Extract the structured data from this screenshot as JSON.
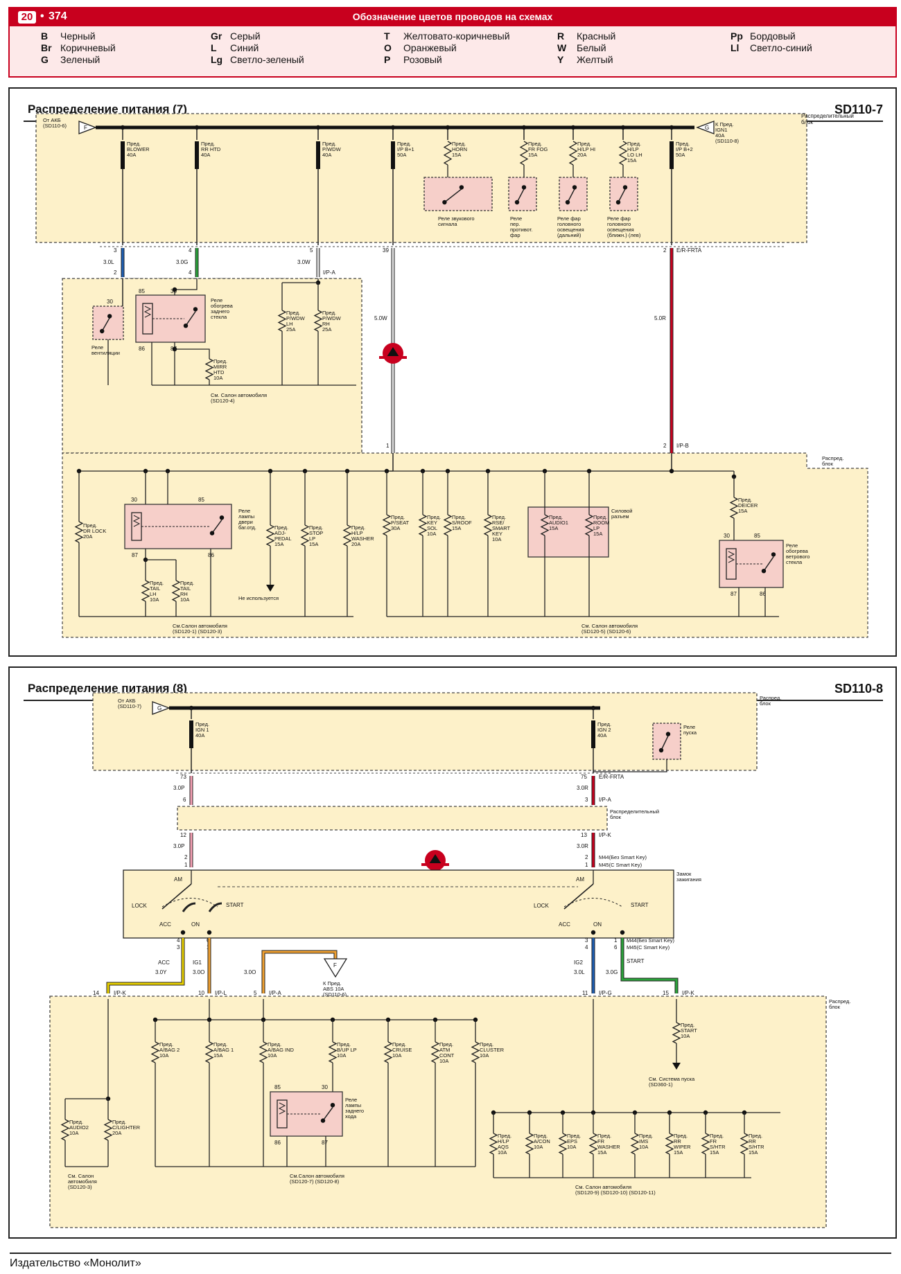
{
  "header": {
    "chapter": "20",
    "dot": "•",
    "page": "374",
    "title": "Обозначение цветов проводов на схемах",
    "legend": [
      [
        {
          "code": "B",
          "name": "Черный"
        },
        {
          "code": "Br",
          "name": "Коричневый"
        },
        {
          "code": "G",
          "name": "Зеленый"
        }
      ],
      [
        {
          "code": "Gr",
          "name": "Серый"
        },
        {
          "code": "L",
          "name": "Синий"
        },
        {
          "code": "Lg",
          "name": "Светло-зеленый"
        }
      ],
      [
        {
          "code": "T",
          "name": "Желтовато-коричневый"
        },
        {
          "code": "O",
          "name": "Оранжевый"
        },
        {
          "code": "P",
          "name": "Розовый"
        }
      ],
      [
        {
          "code": "R",
          "name": "Красный"
        },
        {
          "code": "W",
          "name": "Белый"
        },
        {
          "code": "Y",
          "name": "Желтый"
        }
      ],
      [
        {
          "code": "Pp",
          "name": "Бордовый"
        },
        {
          "code": "Ll",
          "name": "Светло-синий"
        }
      ]
    ]
  },
  "panel1": {
    "title": "Распределение питания (7)",
    "code": "SD110-7",
    "labels": {
      "from_akb": "От АКБ",
      "from_akb_ref": "(SD110-6)",
      "conn_f": "F",
      "to_ign1": "К Пред.",
      "to_ign1_b": "IGN1",
      "to_ign1_c": "40A",
      "to_ign1_ref": "(SD110-8)",
      "conn_g": "G",
      "block1": "Распределительный",
      "block1b": "блок",
      "f_blower": [
        "Пред.",
        "BLOWER",
        "40A"
      ],
      "f_rrhtd": [
        "Пред.",
        "RR HTD",
        "40A"
      ],
      "f_pwdw": [
        "Пред.",
        "P/WDW",
        "40A"
      ],
      "f_ipb1": [
        "Пред.",
        "I/P B+1",
        "50A"
      ],
      "f_horn": [
        "Пред.",
        "HORN",
        "15A"
      ],
      "f_frfog": [
        "Пред.",
        "FR FOG",
        "15A"
      ],
      "f_hlphi": [
        "Пред.",
        "H/LP HI",
        "20A"
      ],
      "f_hlplo": [
        "Пред.",
        "H/LP",
        "LO LH",
        "15A"
      ],
      "f_ipb2": [
        "Пред.",
        "I/P B+2",
        "50A"
      ],
      "r_horn": [
        "Реле звукового",
        "сигнала"
      ],
      "r_fog": [
        "Реле",
        "пер.",
        "противот.",
        "фар"
      ],
      "r_hi": [
        "Реле фар",
        "головного",
        "освещения",
        "(дальний)"
      ],
      "r_lo": [
        "Реле фар",
        "головного",
        "освещения",
        "(ближн.) (лев)"
      ],
      "w1_pin": "3",
      "w1_col": "3.0L",
      "w1_pin2": "2",
      "w2_pin": "4",
      "w2_col": "3.0G",
      "w2_pin2": "4",
      "w3_pin": "5",
      "w3_col": "3.0W",
      "w3_pin2": "I/P-A",
      "w4_pin": "39",
      "w4_col": "5.0W",
      "w4_pin2": "1",
      "w5_pin": "2",
      "w5_tag": "E/R-FRTA",
      "w5_col": "5.0R",
      "w5_pin2": "2",
      "w5_tag2": "I/P-B",
      "r_vent": [
        "Реле",
        "вентиляции"
      ],
      "r_rrhtd": [
        "Реле",
        "обогрева",
        "заднего",
        "стекла"
      ],
      "n85": "85",
      "n30": "30",
      "n86": "86",
      "n87": "87",
      "f_pwdwlh": [
        "Пред.",
        "P/WDW",
        "LH",
        "25A"
      ],
      "f_pwdwrh": [
        "Пред.",
        "P/WDW",
        "RH",
        "25A"
      ],
      "f_mirr": [
        "Пред.",
        "MIRR",
        "HTD",
        "10A"
      ],
      "see_salon1": [
        "См. Салон автомобиля",
        "(SD120-4)"
      ],
      "block2": [
        "Распред.",
        "блок"
      ],
      "f_drlock": [
        "Пред.",
        "DR LOCK",
        "20A"
      ],
      "r_trunk": [
        "Реле",
        "лампы",
        "двери",
        "баг.отд."
      ],
      "f_adj": [
        "Пред.",
        "ADJ-",
        "PEDAL",
        "15A"
      ],
      "f_stop": [
        "Пред.",
        "STOP",
        "LP",
        "15A"
      ],
      "f_washer": [
        "Пред.",
        "H/LP",
        "WASHER",
        "20A"
      ],
      "f_taillh": [
        "Пред.",
        "TAIL",
        "LH",
        "10A"
      ],
      "f_tailrh": [
        "Пред.",
        "TAIL",
        "RH",
        "10A"
      ],
      "not_used": "Не используется",
      "see_salon2": [
        "См.Салон автомобиля",
        "(SD120-1)  (SD120-3)"
      ],
      "f_pseat": [
        "Пред.",
        "P/SEAT",
        "30A"
      ],
      "f_keysol": [
        "Пред.",
        "KEY",
        "SOL",
        "10A"
      ],
      "f_sroof": [
        "Пред.",
        "S/ROOF",
        "15A"
      ],
      "f_rse": [
        "Пред.",
        "RSE/",
        "SMART",
        "KEY",
        "10A"
      ],
      "f_audio1": [
        "Пред.",
        "AUDIO1",
        "15A"
      ],
      "f_room": [
        "Пред.",
        "ROOM",
        "LP",
        "15A"
      ],
      "power_conn": [
        "Силовой",
        "разъем"
      ],
      "f_deicer": [
        "Пред.",
        "DEICER",
        "15A"
      ],
      "r_deicer": [
        "Реле",
        "обогрева",
        "ветрового",
        "стекла"
      ],
      "see_salon3": [
        "См. Салон автомобиля",
        "(SD120-5)  (SD120-6)"
      ]
    }
  },
  "panel2": {
    "title": "Распределение питания (8)",
    "code": "SD110-8",
    "labels": {
      "from_akb": "От АКБ",
      "from_akb_ref": "(SD110-7)",
      "conn_g": "G",
      "block1": [
        "Распред.",
        "блок"
      ],
      "f_ign1": [
        "Пред.",
        "IGN 1",
        "40A"
      ],
      "f_ign2": [
        "Пред.",
        "IGN 2",
        "40A"
      ],
      "r_start": [
        "Реле",
        "пуска"
      ],
      "p73": "73",
      "c_30p": "3.0P",
      "p6": "6",
      "p75": "75",
      "t_erfrta": "E/R-FRTA",
      "c_30r": "3.0R",
      "p3": "3",
      "t_ipa": "I/P-A",
      "mid_block": [
        "Распределительный",
        "блок"
      ],
      "p12": "12",
      "c_30p2": "3.0P",
      "p2": "2",
      "p1": "1",
      "p13": "13",
      "t_ipk": "I/P-K",
      "c_30r2": "3.0R",
      "p2b": "2",
      "p1b": "1",
      "t_m44": "M44(Без Smart Key)",
      "t_m45": "M45(С Smart Key)",
      "ign_lock": [
        "Замок",
        "зажигания"
      ],
      "am": "AM",
      "lock": "LOCK",
      "acc": "ACC",
      "on": "ON",
      "start": "START",
      "w_acc": [
        "4",
        "3",
        "ACC",
        "3.0Y"
      ],
      "w_ig1": [
        "6",
        "1",
        "IG1",
        "3.0O"
      ],
      "w_30o": "3.0O",
      "to_abs": [
        "К Пред.",
        "ABS 10A",
        "(SD110-6)"
      ],
      "conn_f": "F",
      "w_ig2": [
        "3",
        "4",
        "IG2",
        "3.0L"
      ],
      "w_start": [
        "1",
        "6",
        "START",
        "3.0G"
      ],
      "t_m44b": "M44(Без Smart Key)",
      "t_m45b": "M45(С Smart Key)",
      "pin14": "14",
      "t_ipk2": "I/P-K",
      "pin10": "10",
      "t_ipl": "I/P-L",
      "pin5": "5",
      "t_ipa2": "I/P-A",
      "pin11": "11",
      "t_ipg": "I/P-G",
      "pin15": "15",
      "t_ipk3": "I/P-K",
      "block2": [
        "Распред.",
        "блок"
      ],
      "f_start": [
        "Пред.",
        "START",
        "10A"
      ],
      "see_start": [
        "См. Система пуска",
        "(SD360-1)"
      ],
      "f_abag2": [
        "Пред.",
        "A/BAG 2",
        "10A"
      ],
      "f_abag1": [
        "Пред.",
        "A/BAG 1",
        "15A"
      ],
      "f_abagind": [
        "Пред.",
        "A/BAG IND",
        "10A"
      ],
      "f_buplp": [
        "Пред.",
        "B/UP LP",
        "10A"
      ],
      "f_cruise": [
        "Пред.",
        "CRUISE",
        "10A"
      ],
      "f_atm": [
        "Пред.",
        "ATM",
        "CONT",
        "10A"
      ],
      "f_cluster": [
        "Пред.",
        "CLUSTER",
        "10A"
      ],
      "r_reverse": [
        "Реле",
        "лампы",
        "заднего",
        "хода"
      ],
      "f_audio2": [
        "Пред.",
        "AUDIO2",
        "10A"
      ],
      "f_clighter": [
        "Пред.",
        "C/LIGHTER",
        "20A"
      ],
      "see_salon_a": [
        "См. Салон",
        "автомобиля",
        "(SD120-3)"
      ],
      "see_salon_b": [
        "См.Салон автомобиля",
        "(SD120-7)  (SD120-8)"
      ],
      "f_hlpaqs": [
        "Пред.",
        "H/LP",
        "AQS",
        "10A"
      ],
      "f_acon": [
        "Пред.",
        "A/CON",
        "10A"
      ],
      "f_eps": [
        "Пред.",
        "EPS",
        "10A"
      ],
      "f_frwasher": [
        "Пред.",
        "FR",
        "WASHER",
        "15A"
      ],
      "f_ims": [
        "Пред.",
        "IMS",
        "10A"
      ],
      "f_rrwiper": [
        "Пред.",
        "RR",
        "WIPER",
        "15A"
      ],
      "f_frshtr": [
        "Пред.",
        "FR",
        "S/HTR",
        "15A"
      ],
      "f_rrshtr": [
        "Пред.",
        "RR",
        "S/HTR",
        "15A"
      ],
      "see_salon_c": [
        "См. Салон автомобиля",
        "(SD120-9)  (SD120-10)  (SD120-11)"
      ]
    }
  },
  "footer": "Издательство «Монолит»",
  "colors": {
    "red": "#c8001e",
    "blue": "#1e5fb4",
    "green": "#2aa33a",
    "white_wire": "#dddddd",
    "pink": "#f5a0b4",
    "yellow": "#e8d000",
    "orange": "#f0a030",
    "block_fill": "#fdf1c9",
    "relay_fill": "#f6cfc9"
  }
}
